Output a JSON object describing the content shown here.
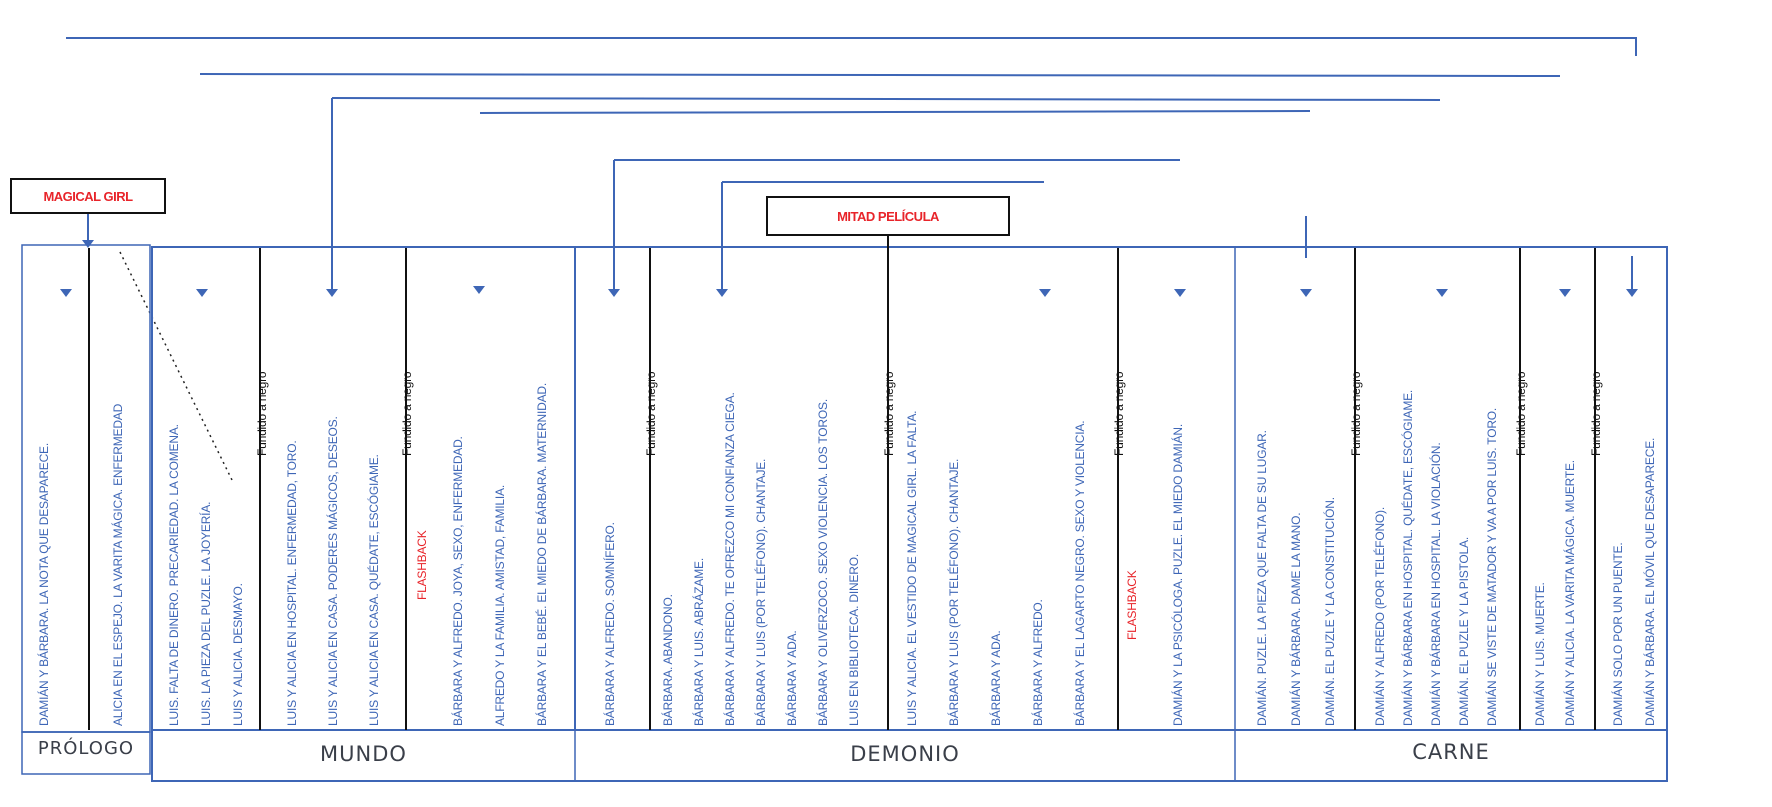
{
  "markers": {
    "magical_girl": "MAGICAL GIRL",
    "mitad_pelicula": "MITAD PELÍCULA"
  },
  "segments": {
    "prologo": "PRÓLOGO",
    "mundo": "MUNDO",
    "demonio": "DEMONIO",
    "carne": "CARNE"
  },
  "columns": [
    [
      "DAMIÁN Y BÁRBARA. LA NOTA QUE DESAPARECE."
    ],
    [
      "ALICIA EN EL ESPEJO. LA VARITA MÁGICA. ENFERMEDAD"
    ],
    [
      "LUIS. FALTA DE DINERO. PRECARIEDAD. LA COMENA.",
      "LUIS. LA PIEZA DEL PUZLE. LA JOYERÍA.",
      "LUIS Y ALICIA. DESMAYO."
    ],
    [
      "Fundido a negro"
    ],
    [
      "LUIS Y ALICIA EN HOSPITAL. ENFERMEDAD, TORO.",
      "LUIS Y ALICIA EN CASA. PODERES MÁGICOS, DESEOS.",
      "LUIS Y ALICIA EN CASA. QUÉDATE, ESCÓGIAME."
    ],
    [
      "Fundido a negro"
    ],
    [
      "FLASHBACK",
      "BÁRBARA Y ALFREDO. JOYA, SEXO, ENFERMEDAD.",
      "ALFREDO Y LA FAMILIA. AMISTAD, FAMILIA.",
      "BÁRBARA Y EL BEBÉ. EL MIEDO DE BÁRBARA. MATERNIDAD."
    ],
    [
      "BÁRBARA Y ALFREDO. SOMNÍFERO."
    ],
    [
      "Fundido a negro"
    ],
    [
      "BÁRBARA. ABANDONO.",
      "BÁRBARA Y LUIS. ABRÁZAME.",
      "BÁRBARA Y ALFREDO. TE OFREZCO MI CONFIANZA CIEGA.",
      "BÁRBARA Y LUIS (POR TELÉFONO). CHANTAJE.",
      "BÁRBARA Y ADA.",
      "BÁRBARA Y OLIVERZOCO. SEXO VIOLENCIA. LOS TOROS.",
      "LUIS EN BIBLIOTECA. DINERO."
    ],
    [
      "Fundido a negro"
    ],
    [
      "LUIS Y ALICIA. EL VESTIDO DE MAGICAL GIRL. LA FALTA.",
      "BÁRBARA Y LUIS (POR TELÉFONO). CHANTAJE.",
      "BÁRBARA Y ADA.",
      "BÁRBARA Y ALFREDO.",
      "BÁRBARA Y EL LAGARTO NEGRO. SEXO Y VIOLENCIA."
    ],
    [
      "Fundido a negro"
    ],
    [
      "FLASHBACK",
      "DAMIÁN Y LA PSICÓLOGA. PUZLE. EL MIEDO DAMIÁN."
    ],
    [
      "DAMIÁN. PUZLE. LA PIEZA QUE FALTA DE SU LUGAR.",
      "DAMIÁN Y BÁRBARA. DAME LA MANO.",
      "DAMIÁN. EL PUZLE Y LA CONSTITUCIÓN."
    ],
    [
      "Fundido a negro"
    ],
    [
      "DAMIÁN Y ALFREDO (POR TELÉFONO).",
      "DAMIÁN Y BÁRBARA EN HOSPITAL. QUÉDATE, ESCÓGIAME.",
      "DAMIÁN Y BÁRBARA EN HOSPITAL. LA VIOLACIÓN.",
      "DAMIÁN. EL PUZLE Y LA PISTOLA.",
      "DAMIÁN SE VISTE DE MATADOR Y VA A POR LUIS. TORO."
    ],
    [
      "Fundido a negro"
    ],
    [
      "DAMIÁN Y LUIS. MUERTE.",
      "DAMIÁN Y ALICIA. LA VARITA MÁGICA. MUERTE."
    ],
    [
      "Fundido a negro"
    ],
    [
      "DAMIÁN SOLO POR UN PUENTE.",
      "DAMIÁN Y BÁRBARA. EL MÓVIL QUE DESAPARECE."
    ]
  ]
}
